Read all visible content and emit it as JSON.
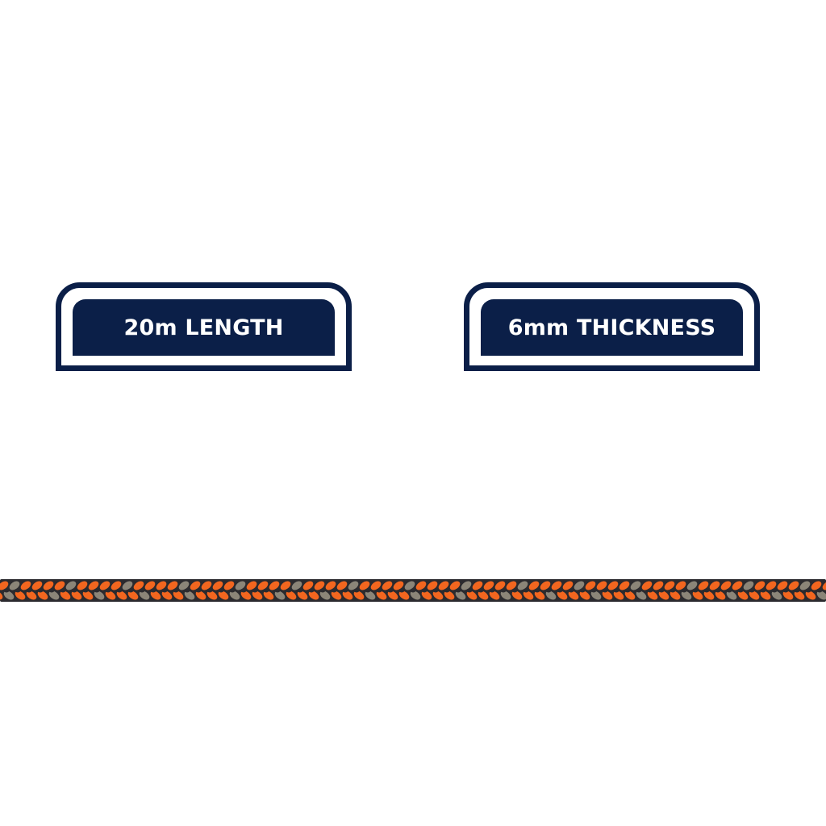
{
  "badges": {
    "length_label": "20m LENGTH",
    "thickness_label": "6mm THICKNESS"
  },
  "colors": {
    "badge_navy": "#0b1f48",
    "rope_orange": "#f2661f",
    "rope_dark": "#2b2a2e",
    "rope_grey": "#8b8578",
    "background": "#ffffff"
  },
  "rope": {
    "icon": "braided-rope"
  }
}
